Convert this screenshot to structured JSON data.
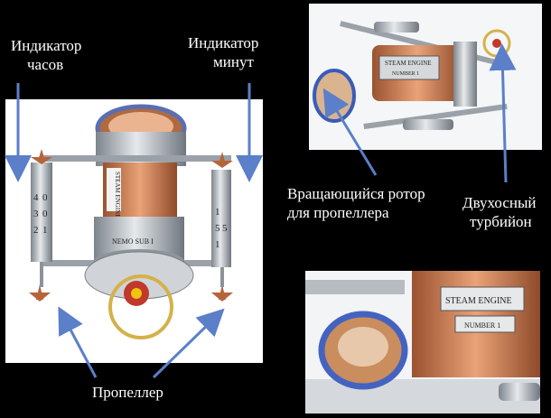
{
  "labels": {
    "hour_indicator_line1": "Индикатор",
    "hour_indicator_line2": "часов",
    "minute_indicator_line1": "Индикатор",
    "minute_indicator_line2": "минут",
    "rotor_line1": "Вращающийся ротор",
    "rotor_line2": "для пропеллера",
    "tourbillon_line1": "Двухосный",
    "tourbillon_line2": "турбийон",
    "propeller": "Пропеллер"
  },
  "engravings": {
    "steam_engine": "STEAM ENGINE",
    "number_1": "NUMBER 1",
    "steam_engine_vertical": "STEAM ENGINE",
    "nemo_sub": "NEMO SUB I"
  },
  "hour_digits": [
    "4",
    "3",
    "2"
  ],
  "hour_digits_2": [
    "0",
    "0",
    "1"
  ],
  "minute_digits": [
    "1",
    "5",
    "5",
    "1"
  ],
  "colors": {
    "background": "#000000",
    "arrow": "#5b7fc8",
    "copper": "#c97a4a",
    "steel": "#b9bec4"
  }
}
